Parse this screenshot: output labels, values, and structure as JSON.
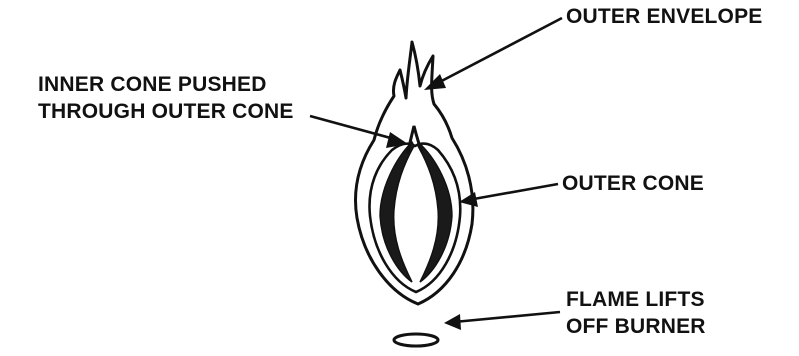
{
  "labels": {
    "outer_envelope": "OUTER ENVELOPE",
    "inner_cone_line1": "INNER CONE PUSHED",
    "inner_cone_line2": "THROUGH OUTER CONE",
    "outer_cone": "OUTER CONE",
    "flame_lifts_line1": "FLAME LIFTS",
    "flame_lifts_line2": "OFF BURNER"
  },
  "colors": {
    "ink": "#111111",
    "background": "#ffffff"
  }
}
